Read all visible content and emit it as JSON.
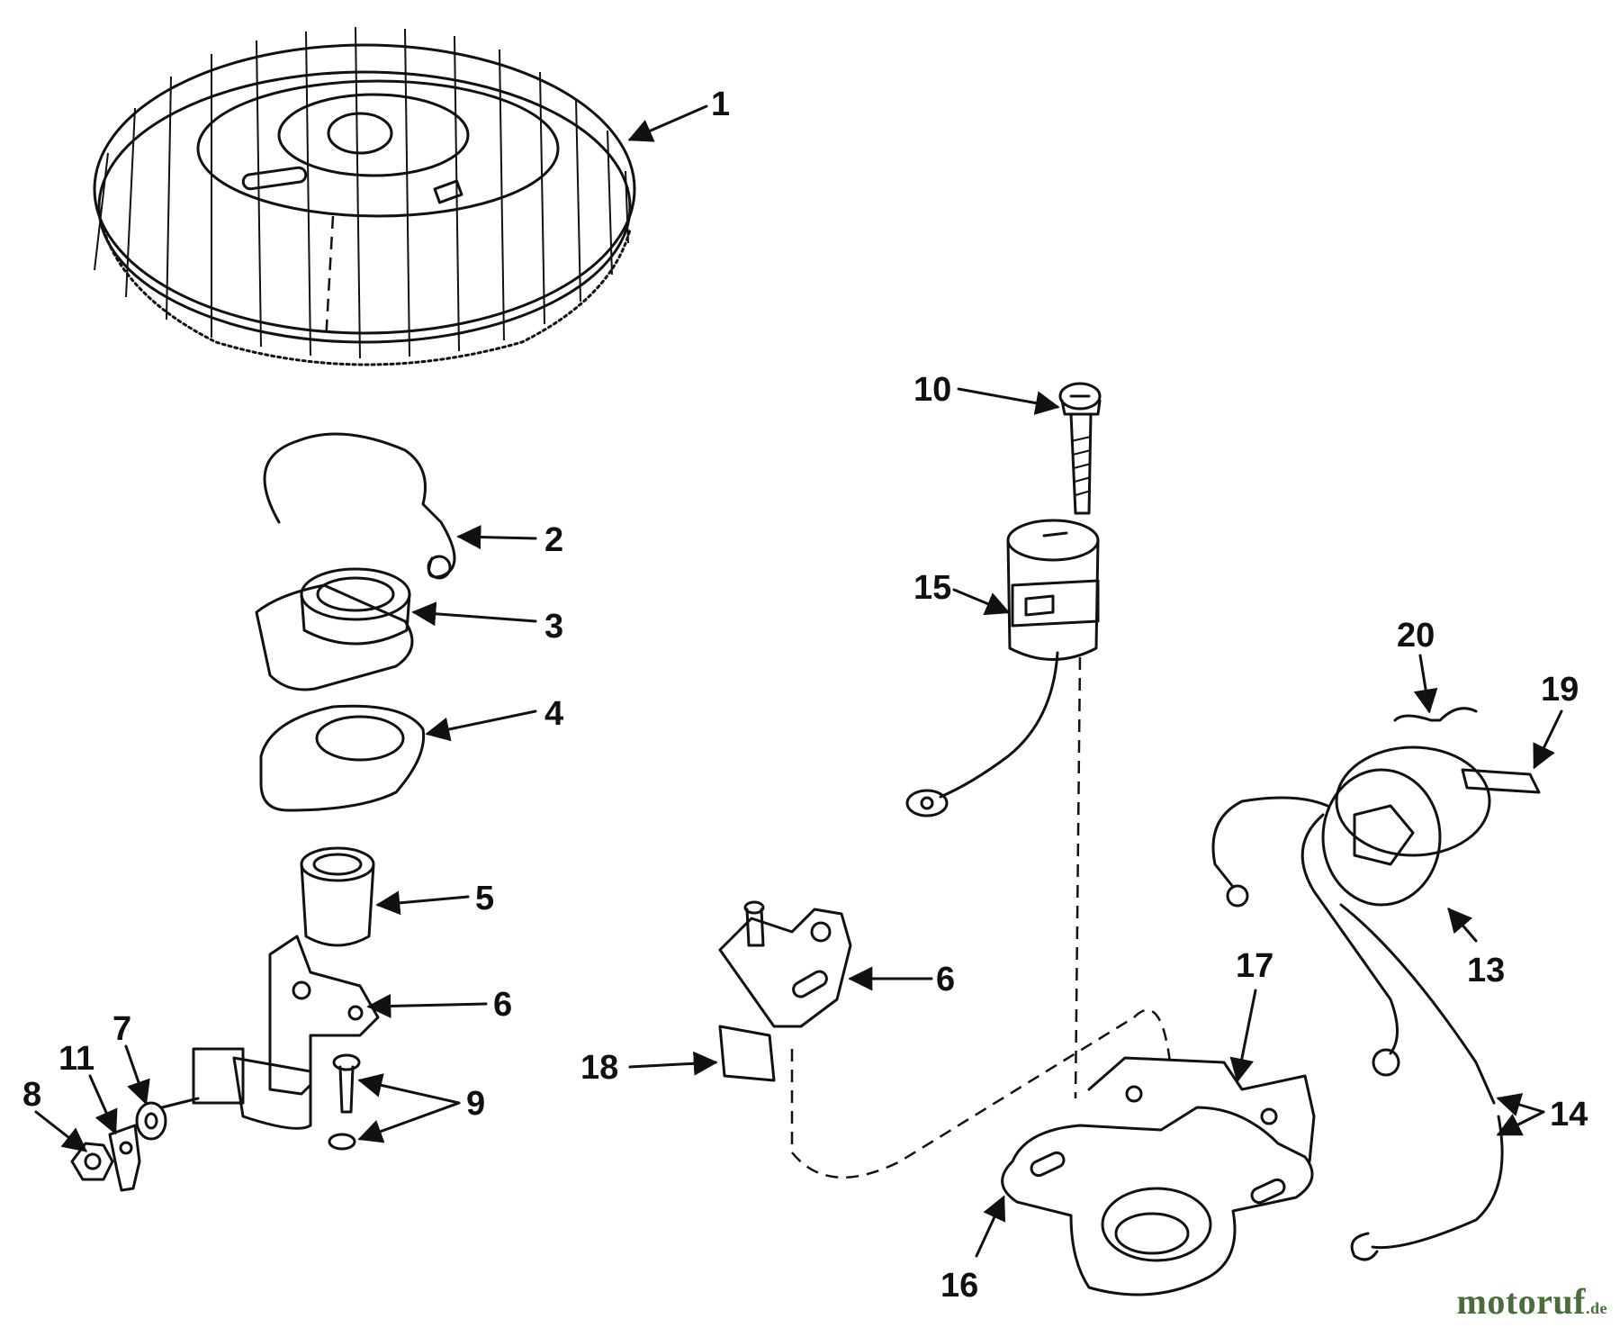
{
  "diagram": {
    "callouts": [
      "1",
      "2",
      "3",
      "4",
      "5",
      "6",
      "7",
      "8",
      "9",
      "10",
      "11",
      "13",
      "14",
      "15",
      "16",
      "17",
      "18",
      "19",
      "20",
      "6"
    ]
  },
  "watermark": {
    "moto": "motoruf",
    "de": ".de"
  }
}
